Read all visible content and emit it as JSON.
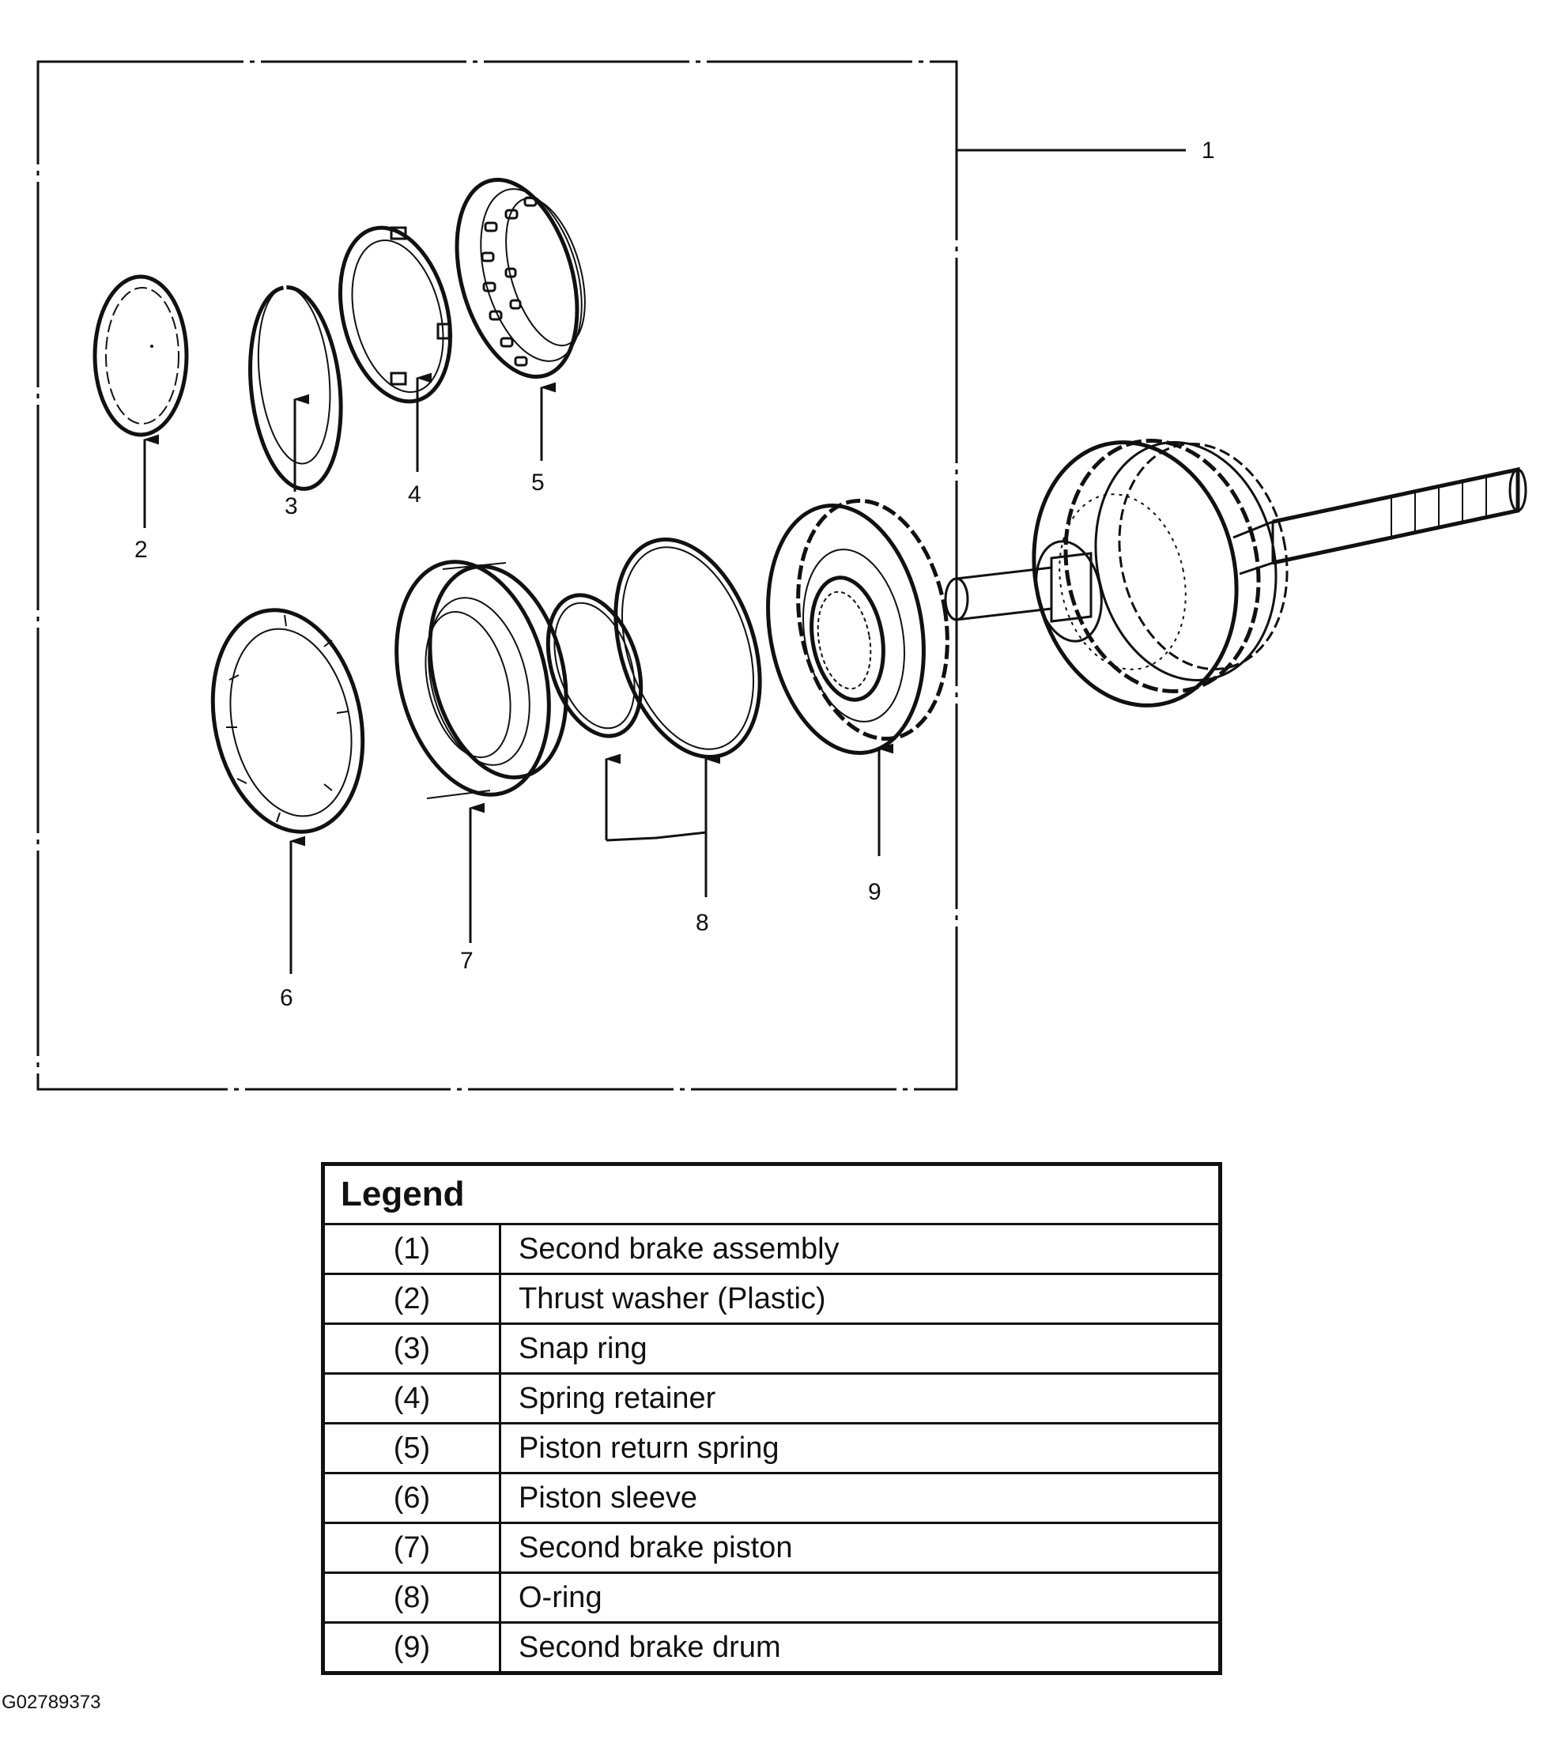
{
  "callouts": [
    "1",
    "2",
    "3",
    "4",
    "5",
    "6",
    "7",
    "8",
    "9"
  ],
  "legend": {
    "title": "Legend",
    "rows": [
      {
        "num": "(1)",
        "label": "Second brake assembly"
      },
      {
        "num": "(2)",
        "label": "Thrust washer (Plastic)"
      },
      {
        "num": "(3)",
        "label": "Snap ring"
      },
      {
        "num": "(4)",
        "label": "Spring retainer"
      },
      {
        "num": "(5)",
        "label": "Piston return spring"
      },
      {
        "num": "(6)",
        "label": "Piston sleeve"
      },
      {
        "num": "(7)",
        "label": "Second brake piston"
      },
      {
        "num": "(8)",
        "label": "O-ring"
      },
      {
        "num": "(9)",
        "label": "Second brake drum"
      }
    ]
  },
  "figure_id": "G02789373"
}
